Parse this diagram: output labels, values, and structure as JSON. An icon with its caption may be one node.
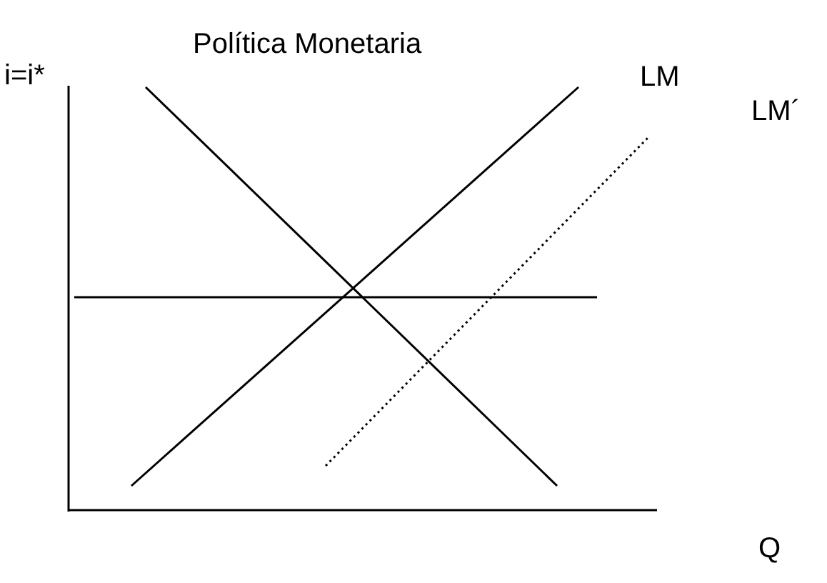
{
  "diagram": {
    "title": "Política Monetaria",
    "labels": [
      "i=i*",
      "LM",
      "LM´",
      "Q"
    ]
  }
}
